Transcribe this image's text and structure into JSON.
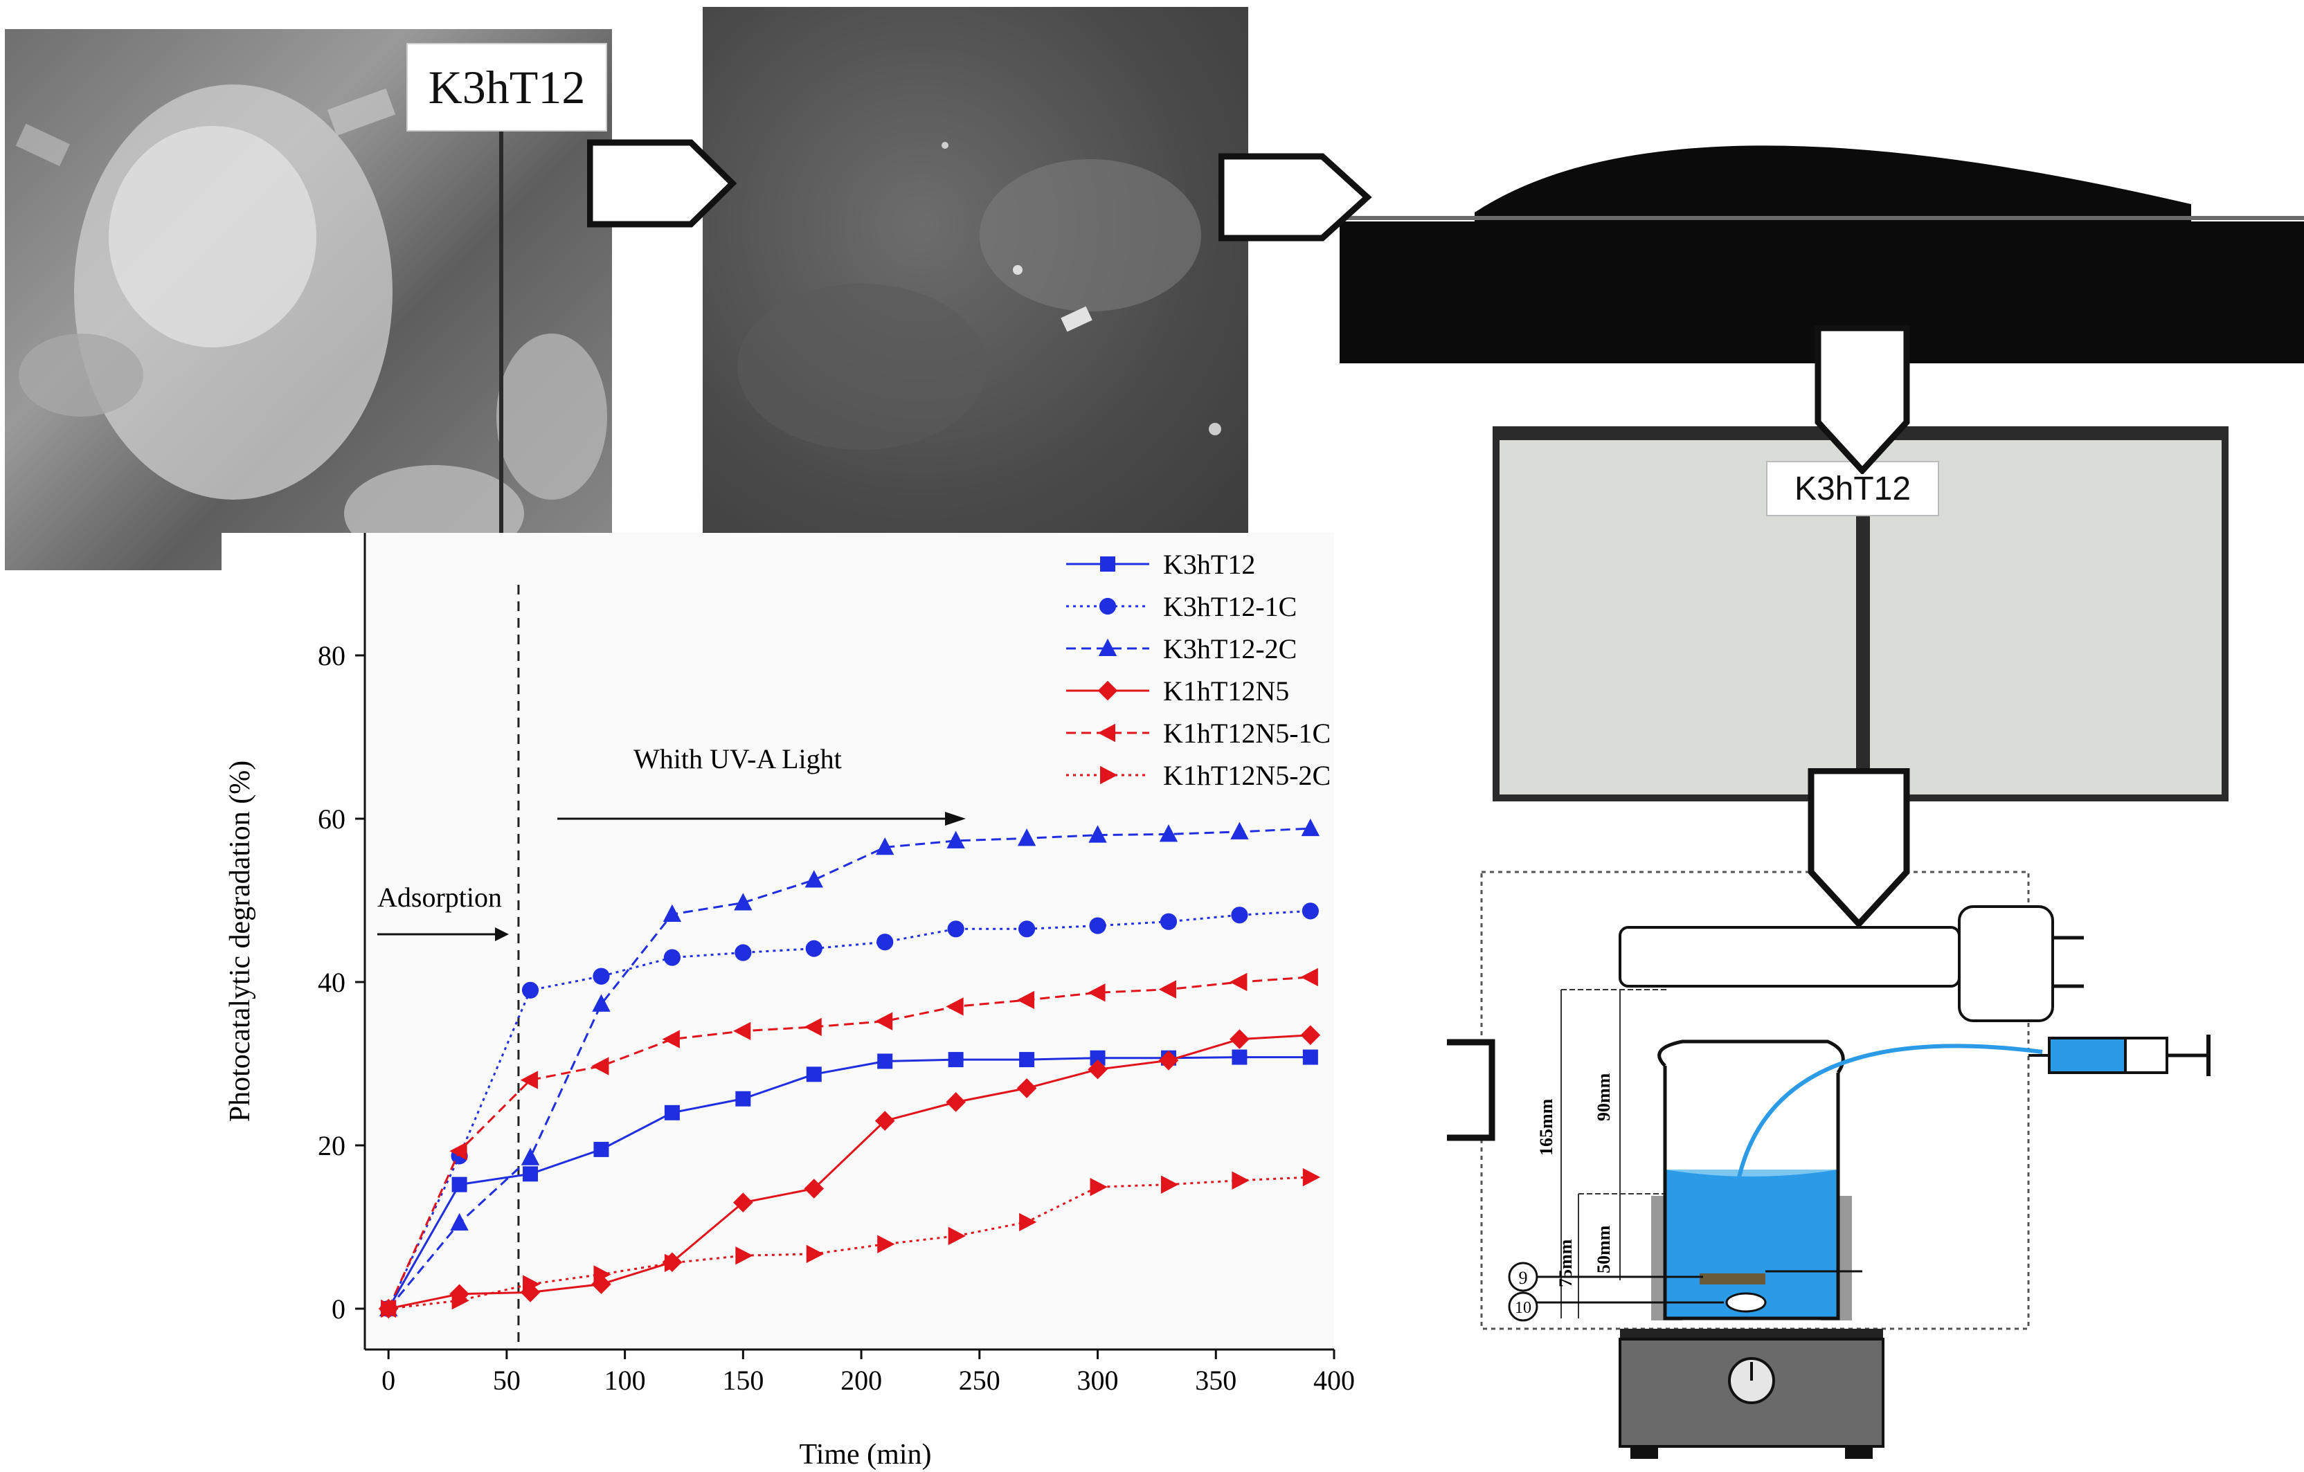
{
  "sem_panel": {
    "sample_label": "K3hT12"
  },
  "tile_panel": {
    "sample_label": "K3hT12"
  },
  "setup_diagram": {
    "dims": [
      "165mm",
      "90mm",
      "75mm",
      "50mm"
    ],
    "callouts": [
      "9",
      "10"
    ]
  },
  "chart_data": {
    "type": "line",
    "xlabel": "Time (min)",
    "ylabel": "Photocatalytic degradation (%)",
    "xlim": [
      -10,
      400
    ],
    "ylim": [
      -5,
      95
    ],
    "xticks": [
      0,
      50,
      100,
      150,
      200,
      250,
      300,
      350,
      400
    ],
    "yticks": [
      0,
      20,
      40,
      60,
      80
    ],
    "annotations": {
      "adsorption": "Adsorption",
      "light": "Whith UV-A  Light",
      "divider_x": 55
    },
    "legend_position": "top-right",
    "series": [
      {
        "name": "K3hT12",
        "color": "#1f2fe0",
        "dash": "solid",
        "marker": "square",
        "x": [
          0,
          30,
          60,
          90,
          120,
          150,
          180,
          210,
          240,
          270,
          300,
          330,
          360,
          390
        ],
        "y": [
          0,
          15.2,
          16.5,
          19.5,
          24,
          25.7,
          28.7,
          30.3,
          30.5,
          30.5,
          30.7,
          30.7,
          30.8,
          30.8
        ]
      },
      {
        "name": "K3hT12-1C",
        "color": "#1f2fe0",
        "dash": "dotted",
        "marker": "circle",
        "x": [
          0,
          30,
          60,
          90,
          120,
          150,
          180,
          210,
          240,
          270,
          300,
          330,
          360,
          390
        ],
        "y": [
          0,
          18.7,
          39,
          40.7,
          43,
          43.6,
          44.1,
          44.9,
          46.5,
          46.5,
          46.9,
          47.4,
          48.2,
          48.7
        ]
      },
      {
        "name": "K3hT12-2C",
        "color": "#1f2fe0",
        "dash": "dashed",
        "marker": "triangle-up",
        "x": [
          0,
          30,
          60,
          90,
          120,
          150,
          180,
          210,
          240,
          270,
          300,
          330,
          360,
          390
        ],
        "y": [
          0,
          10.5,
          18.5,
          37.3,
          48.3,
          49.7,
          52.5,
          56.5,
          57.3,
          57.6,
          58,
          58.1,
          58.4,
          58.8
        ]
      },
      {
        "name": "K1hT12N5",
        "color": "#e0141a",
        "dash": "solid",
        "marker": "diamond",
        "x": [
          0,
          30,
          60,
          90,
          120,
          150,
          180,
          210,
          240,
          270,
          300,
          330,
          360,
          390
        ],
        "y": [
          0,
          1.8,
          2,
          3,
          5.7,
          13,
          14.7,
          23,
          25.3,
          27,
          29.3,
          30.4,
          33,
          33.5
        ]
      },
      {
        "name": "K1hT12N5-1C",
        "color": "#e0141a",
        "dash": "dashed",
        "marker": "triangle-left",
        "x": [
          0,
          30,
          60,
          90,
          120,
          150,
          180,
          210,
          240,
          270,
          300,
          330,
          360,
          390
        ],
        "y": [
          0,
          19.3,
          28,
          29.7,
          33,
          34,
          34.5,
          35.2,
          37,
          37.8,
          38.7,
          39.1,
          40,
          40.6
        ]
      },
      {
        "name": "K1hT12N5-2C",
        "color": "#e0141a",
        "dash": "dotted",
        "marker": "triangle-right",
        "x": [
          0,
          30,
          60,
          90,
          120,
          150,
          180,
          210,
          240,
          270,
          300,
          330,
          360,
          390
        ],
        "y": [
          0,
          1,
          3,
          4.2,
          5.6,
          6.5,
          6.7,
          7.9,
          8.9,
          10.6,
          14.9,
          15.2,
          15.7,
          16.1
        ]
      }
    ]
  }
}
